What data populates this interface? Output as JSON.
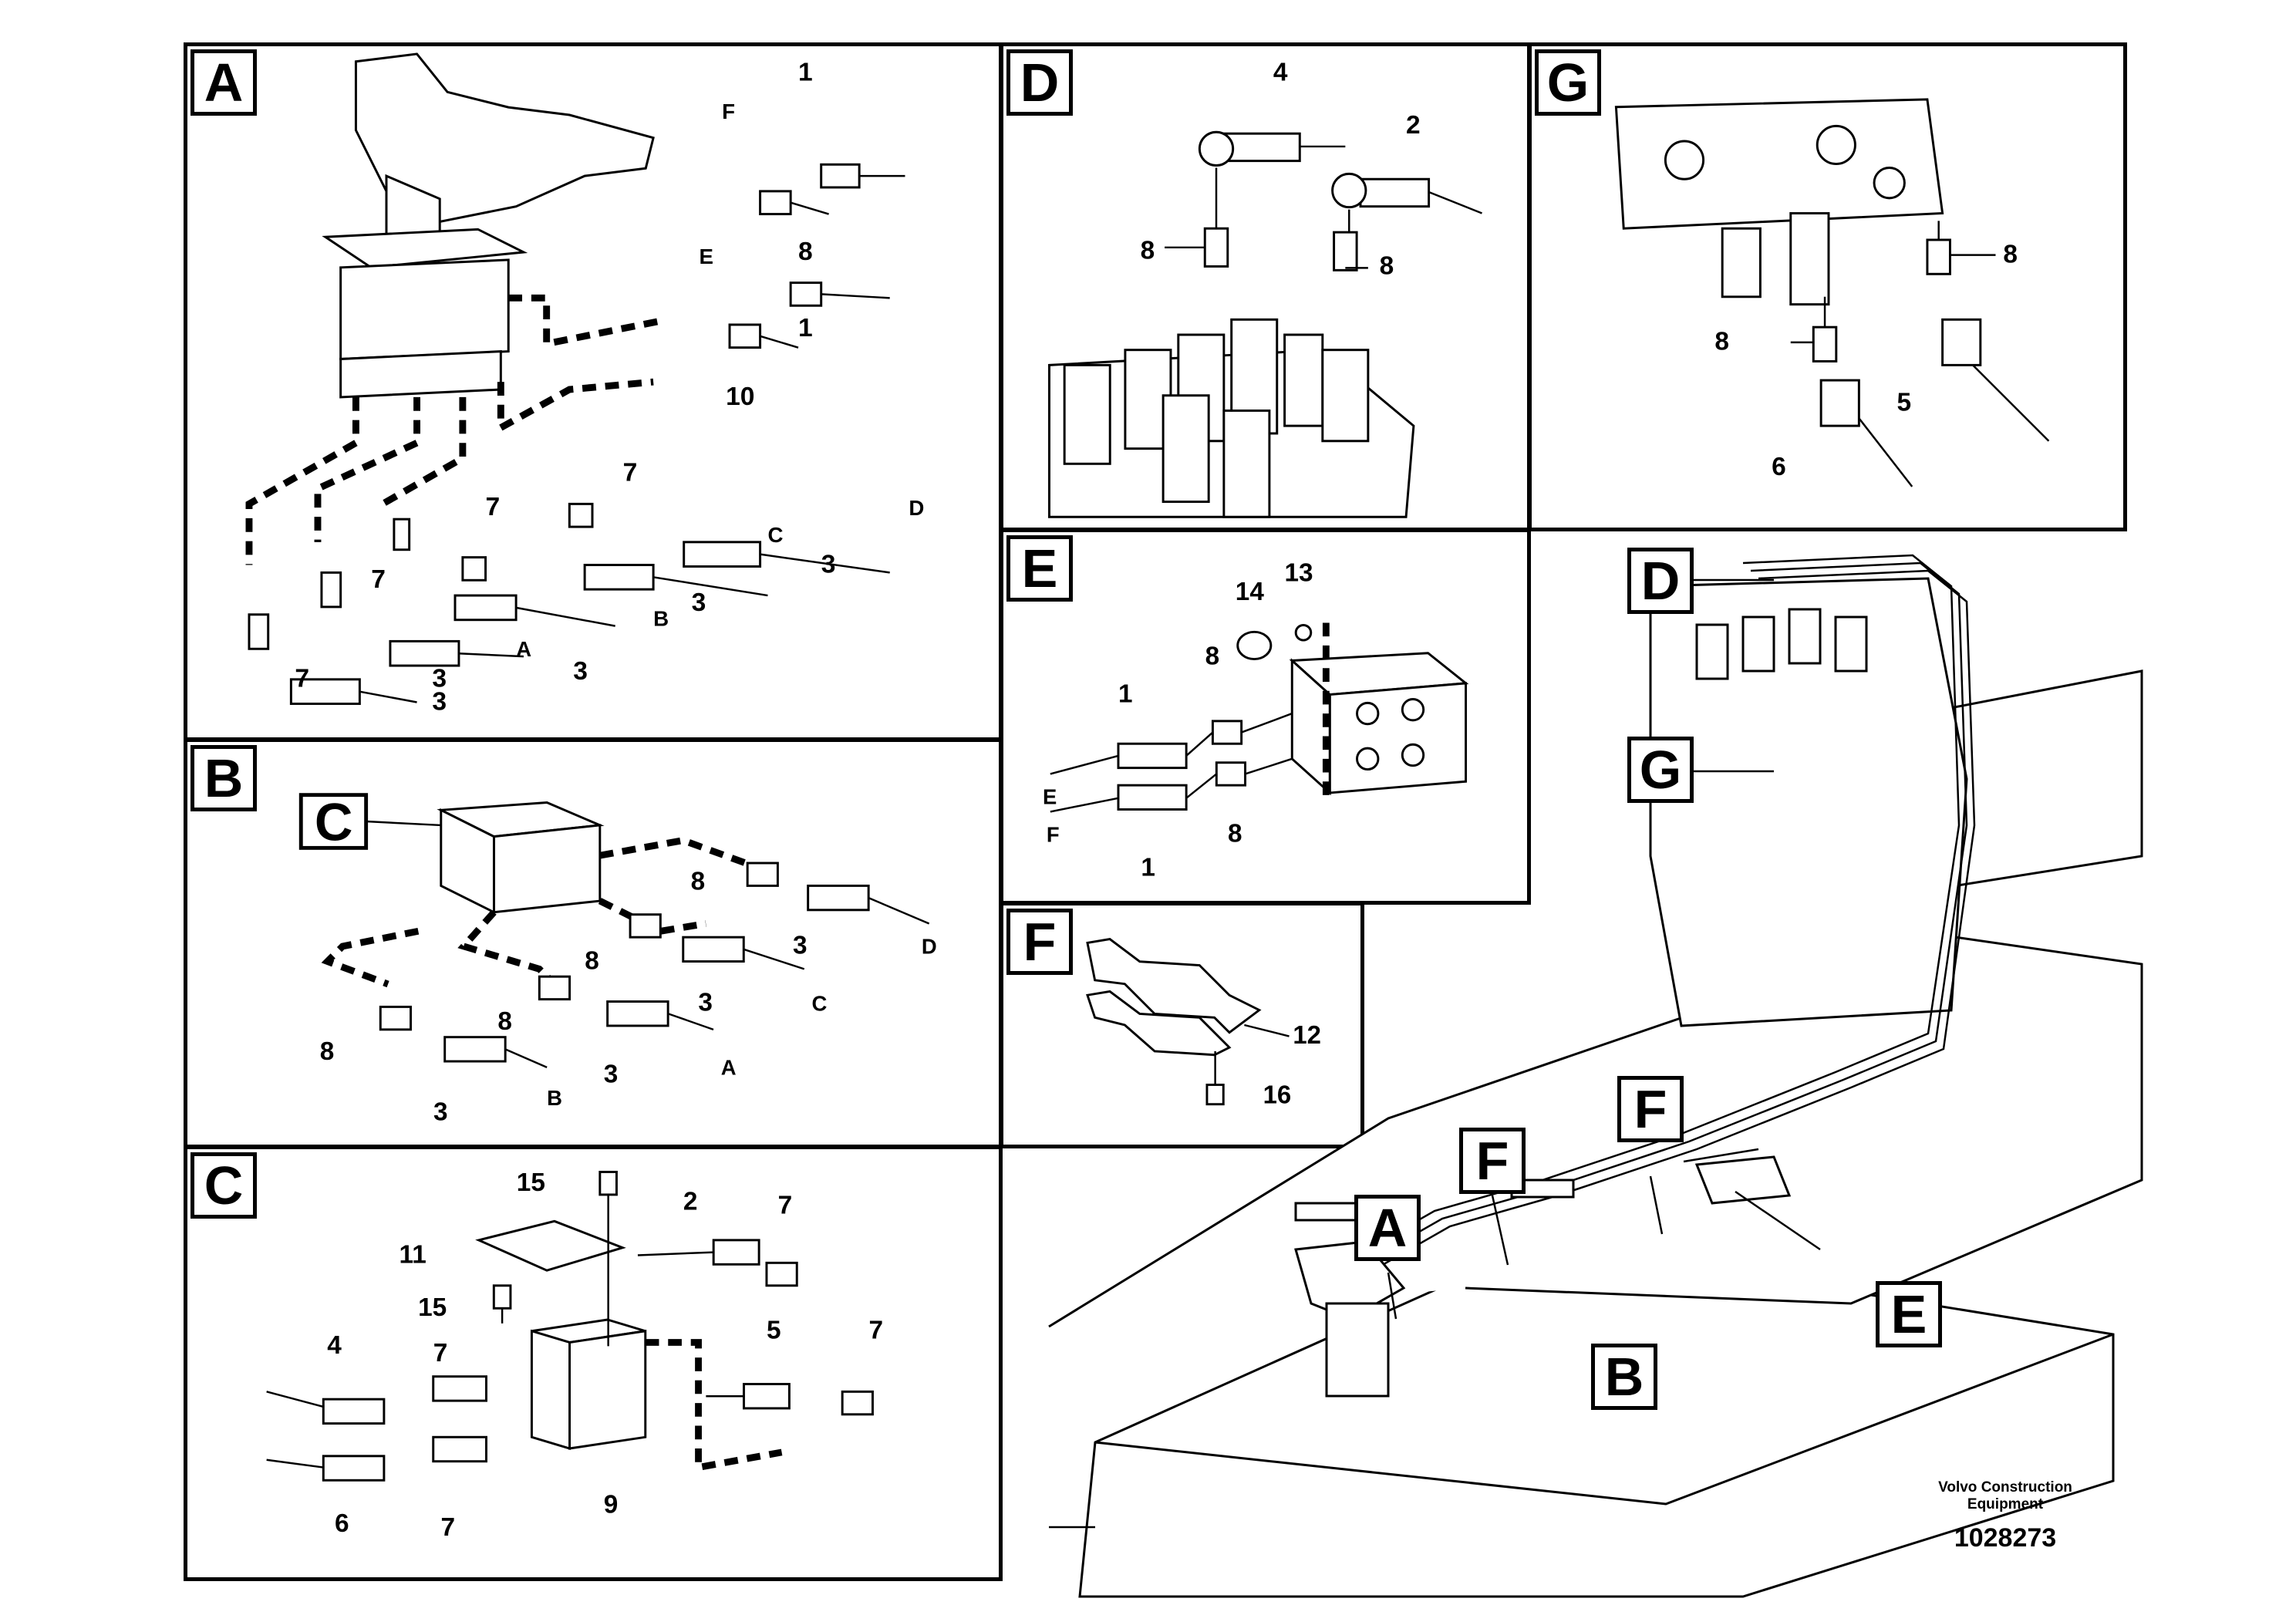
{
  "panels": {
    "a": {
      "tag": "A"
    },
    "b": {
      "tag": "B"
    },
    "c": {
      "tag": "C"
    },
    "d": {
      "tag": "D"
    },
    "e": {
      "tag": "E"
    },
    "f": {
      "tag": "F"
    },
    "g": {
      "tag": "G"
    }
  },
  "callouts": {
    "a": [
      "1",
      "F",
      "8",
      "E",
      "1",
      "10",
      "7",
      "D",
      "7",
      "C",
      "3",
      "3",
      "7",
      "B",
      "3",
      "A",
      "7",
      "3",
      "3"
    ],
    "b": [
      "C",
      "8",
      "3",
      "D",
      "8",
      "3",
      "C",
      "8",
      "3",
      "A",
      "8",
      "3",
      "B"
    ],
    "c": [
      "15",
      "2",
      "7",
      "11",
      "15",
      "4",
      "7",
      "5",
      "7",
      "6",
      "7",
      "9"
    ],
    "d": [
      "4",
      "2",
      "8",
      "8"
    ],
    "e": [
      "14",
      "13",
      "8",
      "1",
      "E",
      "F",
      "8",
      "1"
    ],
    "f": [
      "12",
      "16"
    ],
    "g": [
      "8",
      "8",
      "5",
      "6"
    ]
  },
  "overview_tags": [
    "D",
    "G",
    "F",
    "F",
    "A",
    "B",
    "E"
  ],
  "footer": {
    "brand_line1": "Volvo Construction",
    "brand_line2": "Equipment",
    "drawing_number": "1028273"
  }
}
